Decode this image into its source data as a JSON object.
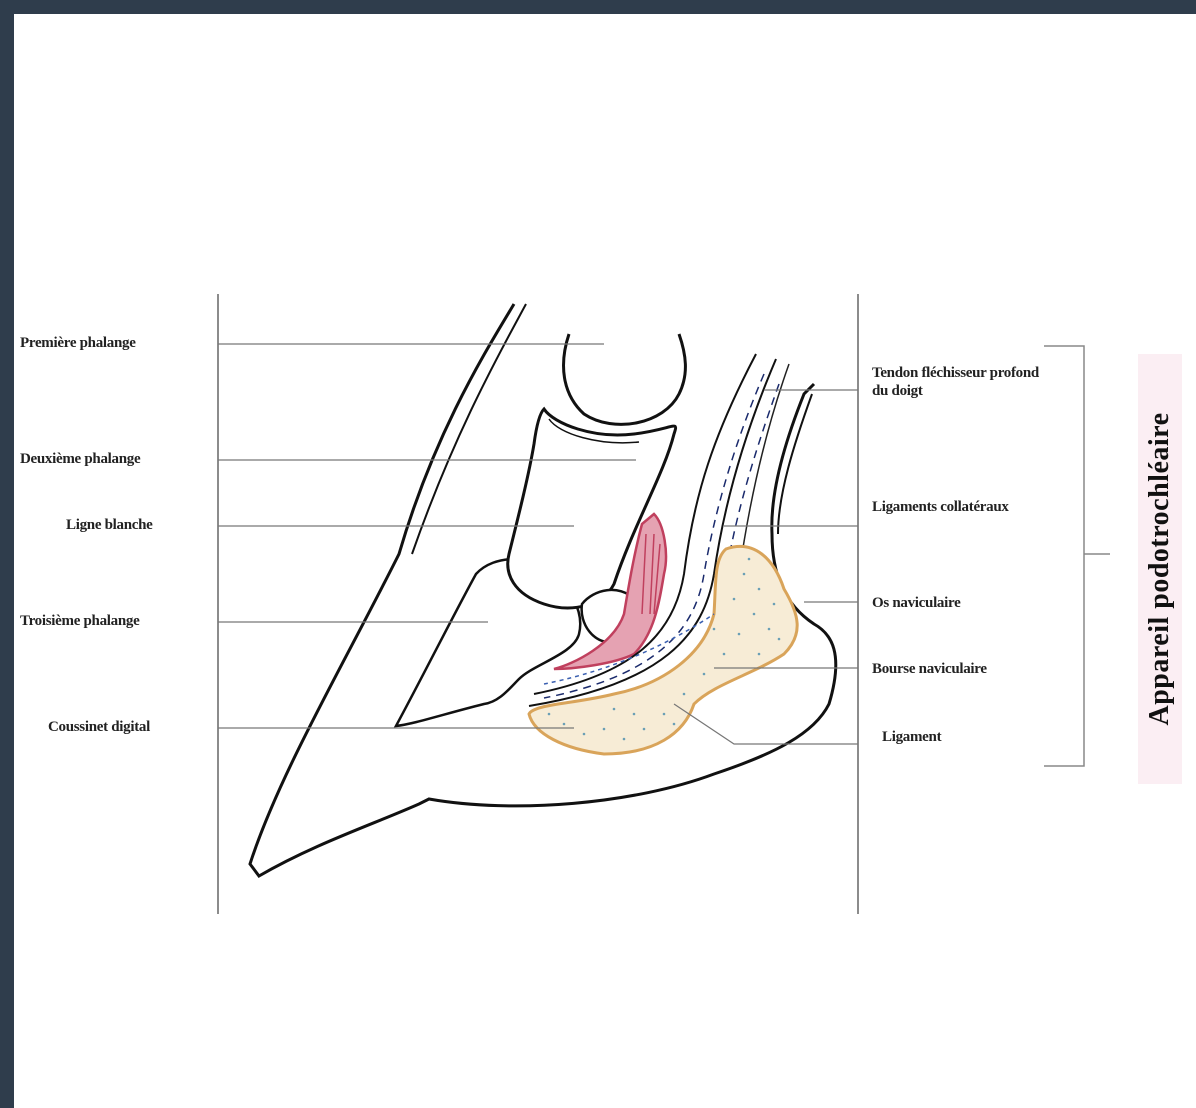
{
  "labels_left": {
    "premiere_phalange": "Première phalange",
    "deuxieme_phalange": "Deuxième phalange",
    "ligne_blanche": "Ligne blanche",
    "troisieme_phalange": "Troisième phalange",
    "coussinet_digital": "Coussinet digital"
  },
  "labels_right": {
    "tendon": "Tendon fléchisseur profond du doigt",
    "ligaments_collateraux": "Ligaments collatéraux",
    "os_naviculaire": "Os naviculaire",
    "bourse_naviculaire": "Bourse naviculaire",
    "ligament": "Ligament"
  },
  "side_title": "Appareil podotrochléaire",
  "colors": {
    "frame_border": "#2f3d4c",
    "outline": "#111111",
    "tendon_red": "#c0405e",
    "navicular_fill": "#f7ecd6",
    "navicular_edge": "#d9a45a",
    "dots": "#6a9fb5",
    "side_box": "#fbeef3"
  }
}
